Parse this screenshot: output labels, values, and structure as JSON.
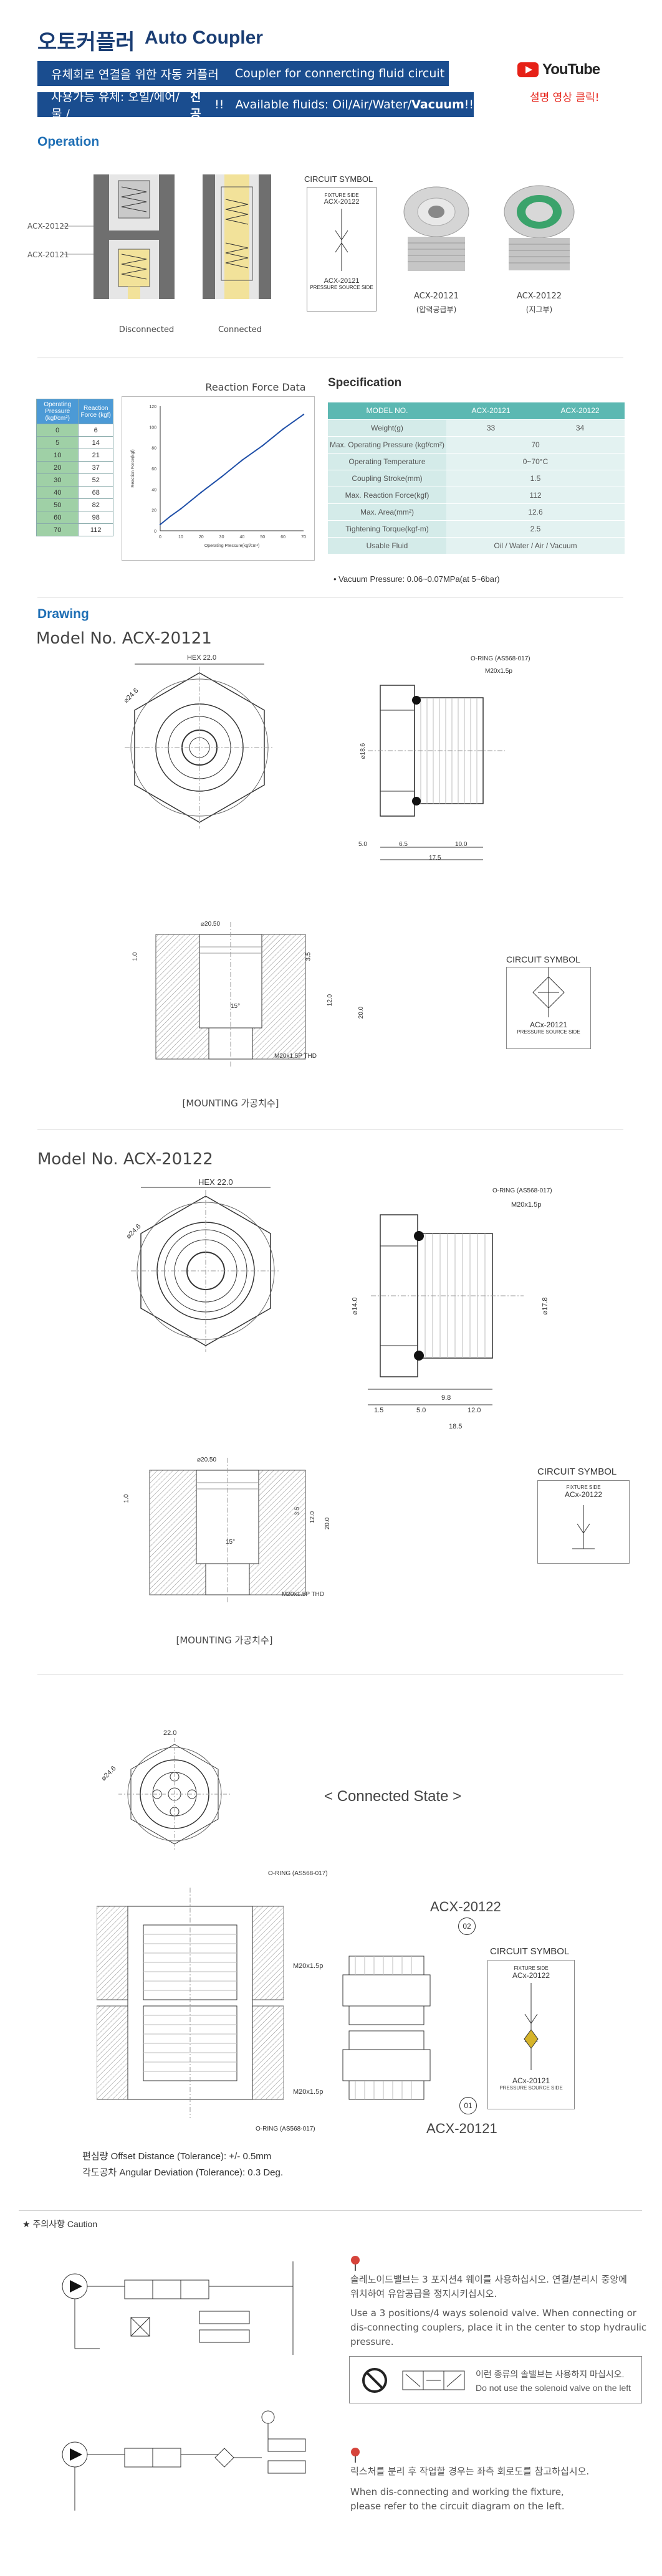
{
  "header": {
    "title_ko": "오토커플러",
    "title_en": "Auto Coupler",
    "banner1_ko": "유체회로 연결을 위한 자동 커플러",
    "banner1_en": "Coupler for connercting fluid circuit",
    "banner2_prefix": "사용가능 유체: 오일/에어/물 /",
    "banner2_vac_ko": "진공",
    "banner2_mid": " !!   Available fluids: Oil/Air/Water/",
    "banner2_vac_en": "Vacuum",
    "banner2_end": " !!",
    "youtube_label": "YouTube",
    "youtube_link": "설명 영상 클릭!"
  },
  "operation": {
    "heading": "Operation",
    "label_top": "ACX-20122",
    "label_bottom": "ACX-20121",
    "disconnected": "Disconnected",
    "connected": "Connected",
    "circuit_title": "CIRCUIT SYMBOL",
    "circuit_top": "FIXTURE SIDE",
    "circuit_model_top": "ACX-20122",
    "circuit_model_bottom": "ACX-20121",
    "circuit_bottom": "PRESSURE SOURCE SIDE",
    "product1_name": "ACX-20121",
    "product1_sub": "(압력공급부)",
    "product2_name": "ACX-20122",
    "product2_sub": "(지그부)"
  },
  "force_table": {
    "headers": [
      "Operating Pressure (kgf/cm²)",
      "Reaction Force (kgf)"
    ],
    "rows": [
      [
        "0",
        "6"
      ],
      [
        "5",
        "14"
      ],
      [
        "10",
        "21"
      ],
      [
        "20",
        "37"
      ],
      [
        "30",
        "52"
      ],
      [
        "40",
        "68"
      ],
      [
        "50",
        "82"
      ],
      [
        "60",
        "98"
      ],
      [
        "70",
        "112"
      ]
    ]
  },
  "chart_data": {
    "type": "line",
    "title": "Reaction Force Data",
    "xlabel": "Operating Pressure(kgf/cm²)",
    "ylabel": "Reaction Force(kgf)",
    "x": [
      0,
      5,
      10,
      20,
      30,
      40,
      50,
      60,
      70
    ],
    "values": [
      6,
      14,
      21,
      37,
      52,
      68,
      82,
      98,
      112
    ],
    "xlim": [
      0,
      70
    ],
    "ylim": [
      0,
      120
    ],
    "xticks": [
      "0",
      "10",
      "20",
      "30",
      "40",
      "50",
      "60",
      "70"
    ],
    "yticks": [
      "0",
      "20",
      "40",
      "60",
      "80",
      "100",
      "120"
    ],
    "color": "#1f4fa8"
  },
  "spec": {
    "heading": "Specification",
    "headers": [
      "MODEL NO.",
      "ACX-20121",
      "ACX-20122"
    ],
    "rows": [
      [
        "Weight(g)",
        "33",
        "34"
      ],
      [
        "Max. Operating Pressure (kgf/cm²)",
        "70",
        ""
      ],
      [
        "Operating Temperature",
        "0~70°C",
        ""
      ],
      [
        "Coupling Stroke(mm)",
        "1.5",
        ""
      ],
      [
        "Max. Reaction Force(kgf)",
        "112",
        ""
      ],
      [
        "Max. Area(mm²)",
        "12.6",
        ""
      ],
      [
        "Tightening Torque(kgf-m)",
        "2.5",
        ""
      ],
      [
        "Usable Fluid",
        "Oil / Water / Air / Vacuum",
        ""
      ]
    ],
    "note": "• Vacuum Pressure: 0.06~0.07MPa(at 5~6bar)"
  },
  "drawing": {
    "heading": "Drawing",
    "model1": "Model No. ACX-20121",
    "model2": "Model No. ACX-20122",
    "hex": "HEX 22.0",
    "dia_24_6": "⌀24.6",
    "oring": "O-RING (AS568-017)",
    "m20": "M20x1.5p",
    "dia_18_6": "⌀18.6",
    "dia_17_8": "⌀17.8",
    "dia_14_0": "⌀14.0",
    "d_5_0": "5.0",
    "d_6_5": "6.5",
    "d_10_0": "10.0",
    "d_17_5": "17.5",
    "d_1_5": "1.5",
    "d_12_0": "12.0",
    "d_9_8": "9.8",
    "d_18_5": "18.5",
    "mount_dia": "⌀20.50",
    "mount_thread": "M20x1.5P THD",
    "mount_caption": "[MOUNTING 가공치수]",
    "d_1_0": "1.0",
    "d_3_5": "3.5",
    "d_12_0b": "12.0",
    "d_20_0": "20.0",
    "d_ang": "15°",
    "circuit_title": "CIRCUIT SYMBOL",
    "circuit_top": "FIXTURE SIDE",
    "circuit_model1": "ACx-20121",
    "circuit_model2": "ACx-20122",
    "circuit_bottom": "PRESSURE SOURCE SIDE"
  },
  "connected": {
    "title": "< Connected State >",
    "d_22": "22.0",
    "d_24_6": "⌀24.6",
    "model_top": "ACX-20122",
    "model_bottom": "ACX-20121",
    "num_top": "02",
    "num_bottom": "01",
    "oring_top": "O-RING (AS568-017)",
    "oring_bottom": "O-RING (AS568-017)",
    "m20_top": "M20x1.5p",
    "m20_bottom": "M20x1.5p",
    "offset": "편심량 Offset Distance (Tolerance): +/- 0.5mm",
    "angular": "각도공차 Angular Deviation (Tolerance): 0.3 Deg.",
    "circuit_title": "CIRCUIT SYMBOL",
    "circuit_top": "FIXTURE SIDE",
    "circuit_model_top": "ACx-20122",
    "circuit_model_bottom": "ACx-20121",
    "circuit_bottom": "PRESSURE SOURCE SIDE"
  },
  "caution": {
    "heading": "★ 주의사항 Caution",
    "text1_ko1": "솔레노이드밸브는 3 포지션4 웨이를 사용하십시오. 연결/분리시 중앙에",
    "text1_ko2": "위치하여 유압공급을 정지시키십시오.",
    "text1_en1": "Use a 3 positions/4 ways solenoid valve. When connecting or",
    "text1_en2": "dis-connecting couplers, place it in the center to stop hydraulic pressure.",
    "warn_ko": "이런 종류의 솔밸브는 사용하지 마십시오.",
    "warn_en": "Do not use the solenoid valve on the left",
    "text2_ko": "릭스처를 분리 후 작업할 경우는 좌측 회로도를 참고하십시오.",
    "text2_en1": "When dis-connecting and working the fixture,",
    "text2_en2": "please refer to the circuit diagram on the left."
  }
}
